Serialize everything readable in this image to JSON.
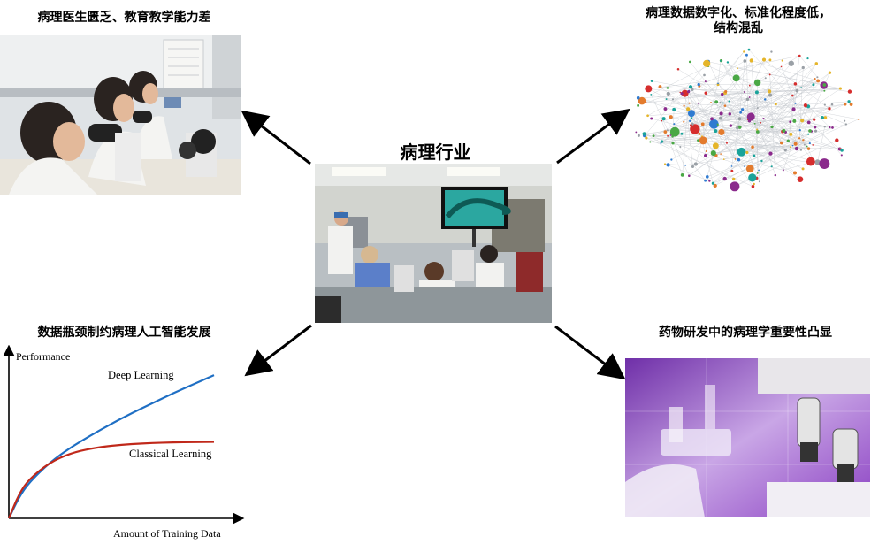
{
  "center": {
    "title": "病理行业"
  },
  "nodes": {
    "top_left": {
      "caption": "病理医生匮乏、教育教学能力差"
    },
    "top_right": {
      "caption_line1": "病理数据数字化、标准化程度低，",
      "caption_line2": "结构混乱"
    },
    "bottom_left": {
      "caption": "数据瓶颈制约病理人工智能发展"
    },
    "bottom_right": {
      "caption": "药物研发中的病理学重要性凸显"
    }
  },
  "chart_data": {
    "type": "line",
    "title": "",
    "xlabel": "Amount of Training Data",
    "ylabel": "Performance",
    "series": [
      {
        "name": "Deep Learning",
        "color": "#1f6fc4",
        "x": [
          0,
          0.5,
          1,
          2,
          3,
          4,
          5,
          6,
          7,
          8,
          9,
          10
        ],
        "y": [
          0,
          1.3,
          2.2,
          3.4,
          4.3,
          5.05,
          5.75,
          6.4,
          7.0,
          7.6,
          8.15,
          8.7
        ]
      },
      {
        "name": "Classical Learning",
        "color": "#c0281a",
        "x": [
          0,
          0.5,
          1,
          2,
          3,
          4,
          5,
          6,
          7,
          8,
          9,
          10
        ],
        "y": [
          0,
          1.5,
          2.4,
          3.4,
          3.95,
          4.25,
          4.42,
          4.52,
          4.58,
          4.62,
          4.64,
          4.65
        ]
      }
    ],
    "xlim": [
      0,
      10
    ],
    "ylim": [
      0,
      10
    ],
    "grid": false
  }
}
